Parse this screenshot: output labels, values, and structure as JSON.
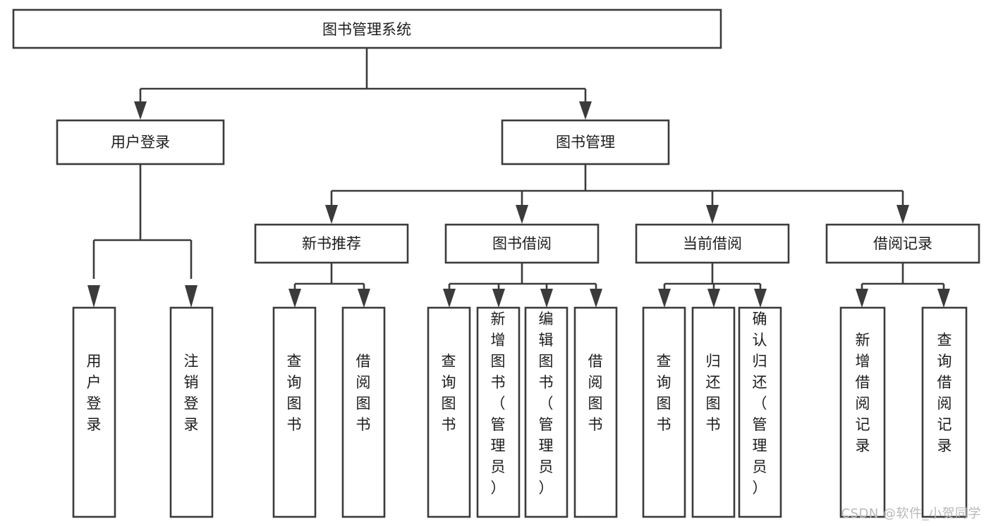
{
  "diagram": {
    "title": "图书管理系统",
    "type": "hierarchy-tree",
    "orientation": "top-down",
    "colors": {
      "box_stroke": "#3b3b3b",
      "box_fill": "#ffffff",
      "text": "#1c1c1c",
      "connector": "#3b3b3b",
      "background": "#ffffff",
      "watermark": "#b9b9b9"
    },
    "levels": {
      "root": "图书管理系统",
      "level2": [
        "用户登录",
        "图书管理"
      ],
      "level3": [
        "新书推荐",
        "图书借阅",
        "当前借阅",
        "借阅记录"
      ]
    }
  },
  "nodes": {
    "root": {
      "label": "图书管理系统",
      "orientation": "horizontal"
    },
    "level2": [
      {
        "id": "user-login",
        "label": "用户登录",
        "orientation": "horizontal"
      },
      {
        "id": "book-manage",
        "label": "图书管理",
        "orientation": "horizontal"
      }
    ],
    "level3": [
      {
        "id": "new-book-recommend",
        "label": "新书推荐",
        "orientation": "horizontal"
      },
      {
        "id": "book-borrow",
        "label": "图书借阅",
        "orientation": "horizontal"
      },
      {
        "id": "current-borrow",
        "label": "当前借阅",
        "orientation": "horizontal"
      },
      {
        "id": "borrow-record",
        "label": "借阅记录",
        "orientation": "horizontal"
      }
    ],
    "leaves": {
      "user-login": [
        {
          "id": "leaf-user-login",
          "label": "用户登录",
          "orientation": "vertical",
          "chars": [
            "用",
            "户",
            "登",
            "录"
          ]
        },
        {
          "id": "leaf-user-logout",
          "label": "注销登录",
          "orientation": "vertical",
          "chars": [
            "注",
            "销",
            "登",
            "录"
          ]
        }
      ],
      "new-book-recommend": [
        {
          "id": "leaf-query-book-1",
          "label": "查询图书",
          "orientation": "vertical",
          "chars": [
            "查",
            "询",
            "图",
            "书"
          ]
        },
        {
          "id": "leaf-borrow-book-1",
          "label": "借阅图书",
          "orientation": "vertical",
          "chars": [
            "借",
            "阅",
            "图",
            "书"
          ]
        }
      ],
      "book-borrow": [
        {
          "id": "leaf-query-book-2",
          "label": "查询图书",
          "orientation": "vertical",
          "chars": [
            "查",
            "询",
            "图",
            "书"
          ]
        },
        {
          "id": "leaf-add-book",
          "label": "新增图书（管理员）",
          "orientation": "vertical",
          "chars": [
            "新",
            "增",
            "图",
            "书",
            "（",
            "管",
            "理",
            "员",
            "）"
          ]
        },
        {
          "id": "leaf-edit-book",
          "label": "编辑图书（管理员）",
          "orientation": "vertical",
          "chars": [
            "编",
            "辑",
            "图",
            "书",
            "（",
            "管",
            "理",
            "员",
            "）"
          ]
        },
        {
          "id": "leaf-borrow-book-2",
          "label": "借阅图书",
          "orientation": "vertical",
          "chars": [
            "借",
            "阅",
            "图",
            "书"
          ]
        }
      ],
      "current-borrow": [
        {
          "id": "leaf-query-book-3",
          "label": "查询图书",
          "orientation": "vertical",
          "chars": [
            "查",
            "询",
            "图",
            "书"
          ]
        },
        {
          "id": "leaf-return-book",
          "label": "归还图书",
          "orientation": "vertical",
          "chars": [
            "归",
            "还",
            "图",
            "书"
          ]
        },
        {
          "id": "leaf-confirm-return",
          "label": "确认归还（管理员）",
          "orientation": "vertical",
          "chars": [
            "确",
            "认",
            "归",
            "还",
            "（",
            "管",
            "理",
            "员",
            "）"
          ]
        }
      ],
      "borrow-record": [
        {
          "id": "leaf-add-record",
          "label": "新增借阅记录",
          "orientation": "vertical",
          "chars": [
            "新",
            "增",
            "借",
            "阅",
            "记",
            "录"
          ]
        },
        {
          "id": "leaf-query-record",
          "label": "查询借阅记录",
          "orientation": "vertical",
          "chars": [
            "查",
            "询",
            "借",
            "阅",
            "记",
            "录"
          ]
        }
      ]
    }
  },
  "watermark": {
    "text": "CSDN @软件_小贺同学"
  }
}
